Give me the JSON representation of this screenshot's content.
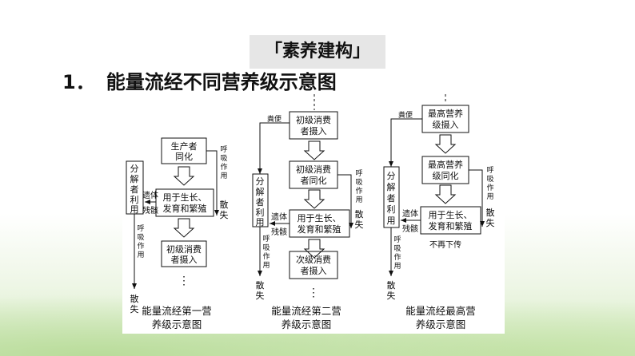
{
  "section_title": "「素养建构」",
  "heading": {
    "number": "1．",
    "text": "能量流经不同营养级示意图"
  },
  "diagram1": {
    "producer": [
      "生产者",
      "同化"
    ],
    "decomposer": [
      "分",
      "解",
      "者",
      "利",
      "用"
    ],
    "respiration": [
      "呼",
      "吸",
      "作",
      "用"
    ],
    "dissipate": [
      "散",
      "失"
    ],
    "growth": [
      "用于生长、",
      "发育和繁殖"
    ],
    "remains": [
      "遗体",
      "残骸"
    ],
    "primary_intake": [
      "初级消费",
      "者摄入"
    ],
    "decomp_respiration": [
      "呼",
      "吸",
      "作",
      "用"
    ],
    "decomp_dissipate": [
      "散",
      "失"
    ],
    "dots": "⋮",
    "caption": [
      "能量流经第一营",
      "养级示意图"
    ]
  },
  "diagram2": {
    "feces": "粪便",
    "primary_intake": [
      "初级消费",
      "者摄入"
    ],
    "primary_assim": [
      "初级消费",
      "者同化"
    ],
    "decomposer": [
      "分",
      "解",
      "者",
      "利",
      "用"
    ],
    "respiration": [
      "呼",
      "吸",
      "作",
      "用"
    ],
    "dissipate": [
      "散",
      "失"
    ],
    "growth": [
      "用于生长、",
      "发育和繁殖"
    ],
    "remains": [
      "遗体",
      "残骸"
    ],
    "secondary_intake": [
      "次级消费",
      "者摄入"
    ],
    "decomp_respiration": [
      "呼",
      "吸",
      "作",
      "用"
    ],
    "decomp_dissipate": [
      "散",
      "失"
    ],
    "dots": "⋮",
    "caption": [
      "能量流经第二营",
      "养级示意图"
    ]
  },
  "diagram3": {
    "feces": "粪便",
    "top_intake": [
      "最高营养",
      "级摄入"
    ],
    "top_assim": [
      "最高营养",
      "级同化"
    ],
    "decomposer": [
      "分",
      "解",
      "者",
      "利",
      "用"
    ],
    "respiration": [
      "呼",
      "吸",
      "作",
      "用"
    ],
    "dissipate": [
      "散",
      "失"
    ],
    "growth": [
      "用于生长、",
      "发育和繁殖"
    ],
    "remains": [
      "遗体",
      "残骸"
    ],
    "no_further": "不再下传",
    "decomp_respiration": [
      "呼",
      "吸",
      "作",
      "用"
    ],
    "decomp_dissipate": [
      "散",
      "失"
    ],
    "caption": [
      "能量流经最高营",
      "养级示意图"
    ]
  }
}
